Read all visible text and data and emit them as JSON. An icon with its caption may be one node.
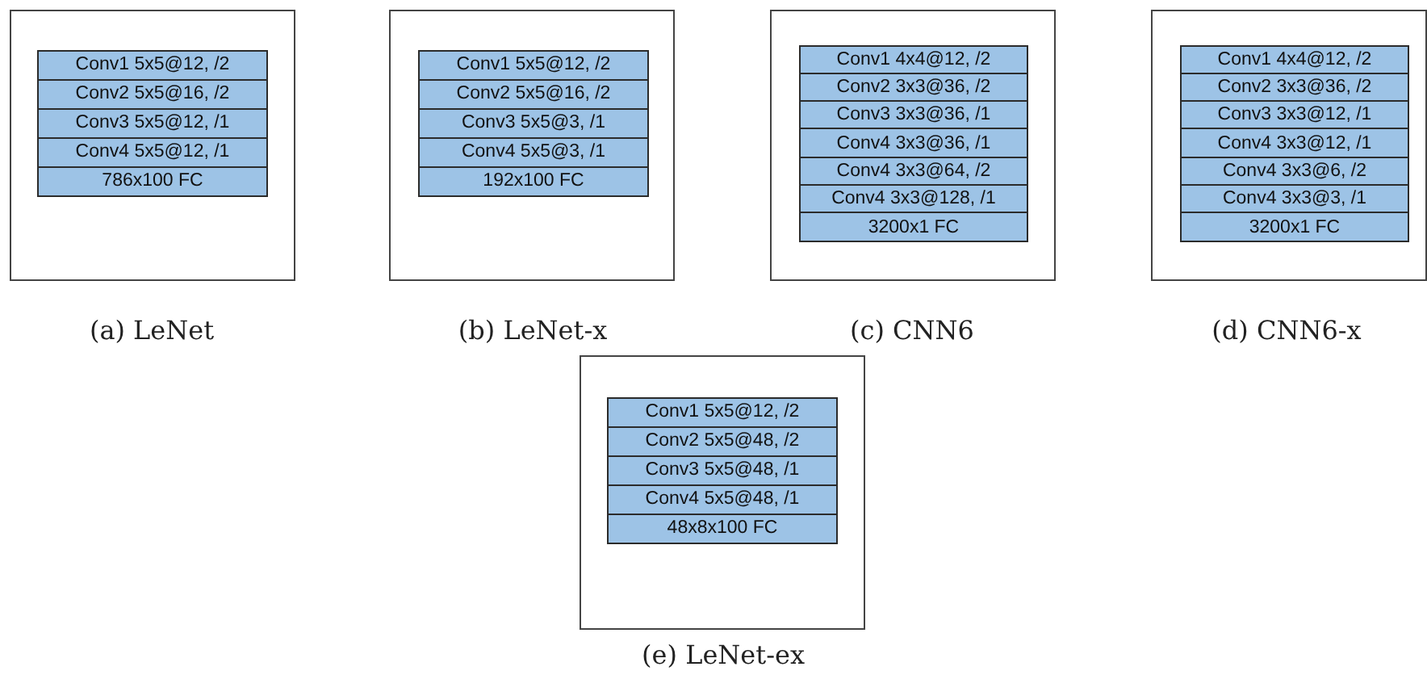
{
  "diagram": {
    "nodes": [
      {
        "text": [],
        "shape": "box",
        "beside": [
          "(a) LeNet"
        ]
      },
      {
        "text": [
          "Conv1 5x5@12, /2"
        ],
        "in": 0
      },
      {
        "text": [
          "Conv2 5x5@16, /2"
        ],
        "in": 0
      },
      {
        "text": [
          "Conv3 5x5@12, /1"
        ],
        "in": 0
      },
      {
        "text": [
          "Conv4 5x5@12, /1"
        ],
        "in": 0
      },
      {
        "text": [
          "786x100 FC"
        ],
        "in": 0
      },
      {
        "text": [],
        "shape": "box",
        "beside": [
          "(b) LeNet-x"
        ]
      },
      {
        "text": [
          "Conv1 5x5@12, /2"
        ],
        "in": 6
      },
      {
        "text": [
          "Conv2 5x5@16, /2"
        ],
        "in": 6
      },
      {
        "text": [
          "Conv3 5x5@3, /1"
        ],
        "in": 6
      },
      {
        "text": [
          "Conv4 5x5@3, /1"
        ],
        "in": 6
      },
      {
        "text": [
          "192x100 FC"
        ],
        "in": 6
      },
      {
        "text": [],
        "shape": "box",
        "beside": [
          "(c) CNN6"
        ]
      },
      {
        "text": [
          "Conv1 4x4@12, /2"
        ],
        "in": 12
      },
      {
        "text": [
          "Conv2 3x3@36, /2"
        ],
        "in": 12
      },
      {
        "text": [
          "Conv3 3x3@36, /1"
        ],
        "in": 12
      },
      {
        "text": [
          "Conv4 3x3@36, /1"
        ],
        "in": 12
      },
      {
        "text": [
          "Conv4 3x3@64, /2"
        ],
        "in": 12
      },
      {
        "text": [
          "Conv4 3x3@128, /1"
        ],
        "in": 12
      },
      {
        "text": [
          "3200x1 FC"
        ],
        "in": 12
      },
      {
        "text": [],
        "shape": "box",
        "beside": [
          "(d) CNN6-x"
        ]
      },
      {
        "text": [
          "Conv1 4x4@12, /2"
        ],
        "in": 20
      },
      {
        "text": [
          "Conv2 3x3@36, /2"
        ],
        "in": 20
      },
      {
        "text": [
          "Conv3 3x3@12, /1"
        ],
        "in": 20
      },
      {
        "text": [
          "Conv4 3x3@12, /1"
        ],
        "in": 20
      },
      {
        "text": [
          "Conv4 3x3@6, /2"
        ],
        "in": 20
      },
      {
        "text": [
          "Conv4 3x3@3, /1"
        ],
        "in": 20
      },
      {
        "text": [
          "3200x1 FC"
        ],
        "in": 20
      },
      {
        "text": [],
        "shape": "box",
        "beside": [
          "(e) LeNet-ex"
        ]
      },
      {
        "text": [
          "Conv1 5x5@12, /2"
        ],
        "in": 28
      },
      {
        "text": [
          "Conv2 5x5@48, /2"
        ],
        "in": 28
      },
      {
        "text": [
          "Conv3 5x5@48, /1"
        ],
        "in": 28
      },
      {
        "text": [
          "Conv4 5x5@48, /1"
        ],
        "in": 28
      },
      {
        "text": [
          "48x8x100 FC"
        ],
        "in": 28
      }
    ]
  }
}
